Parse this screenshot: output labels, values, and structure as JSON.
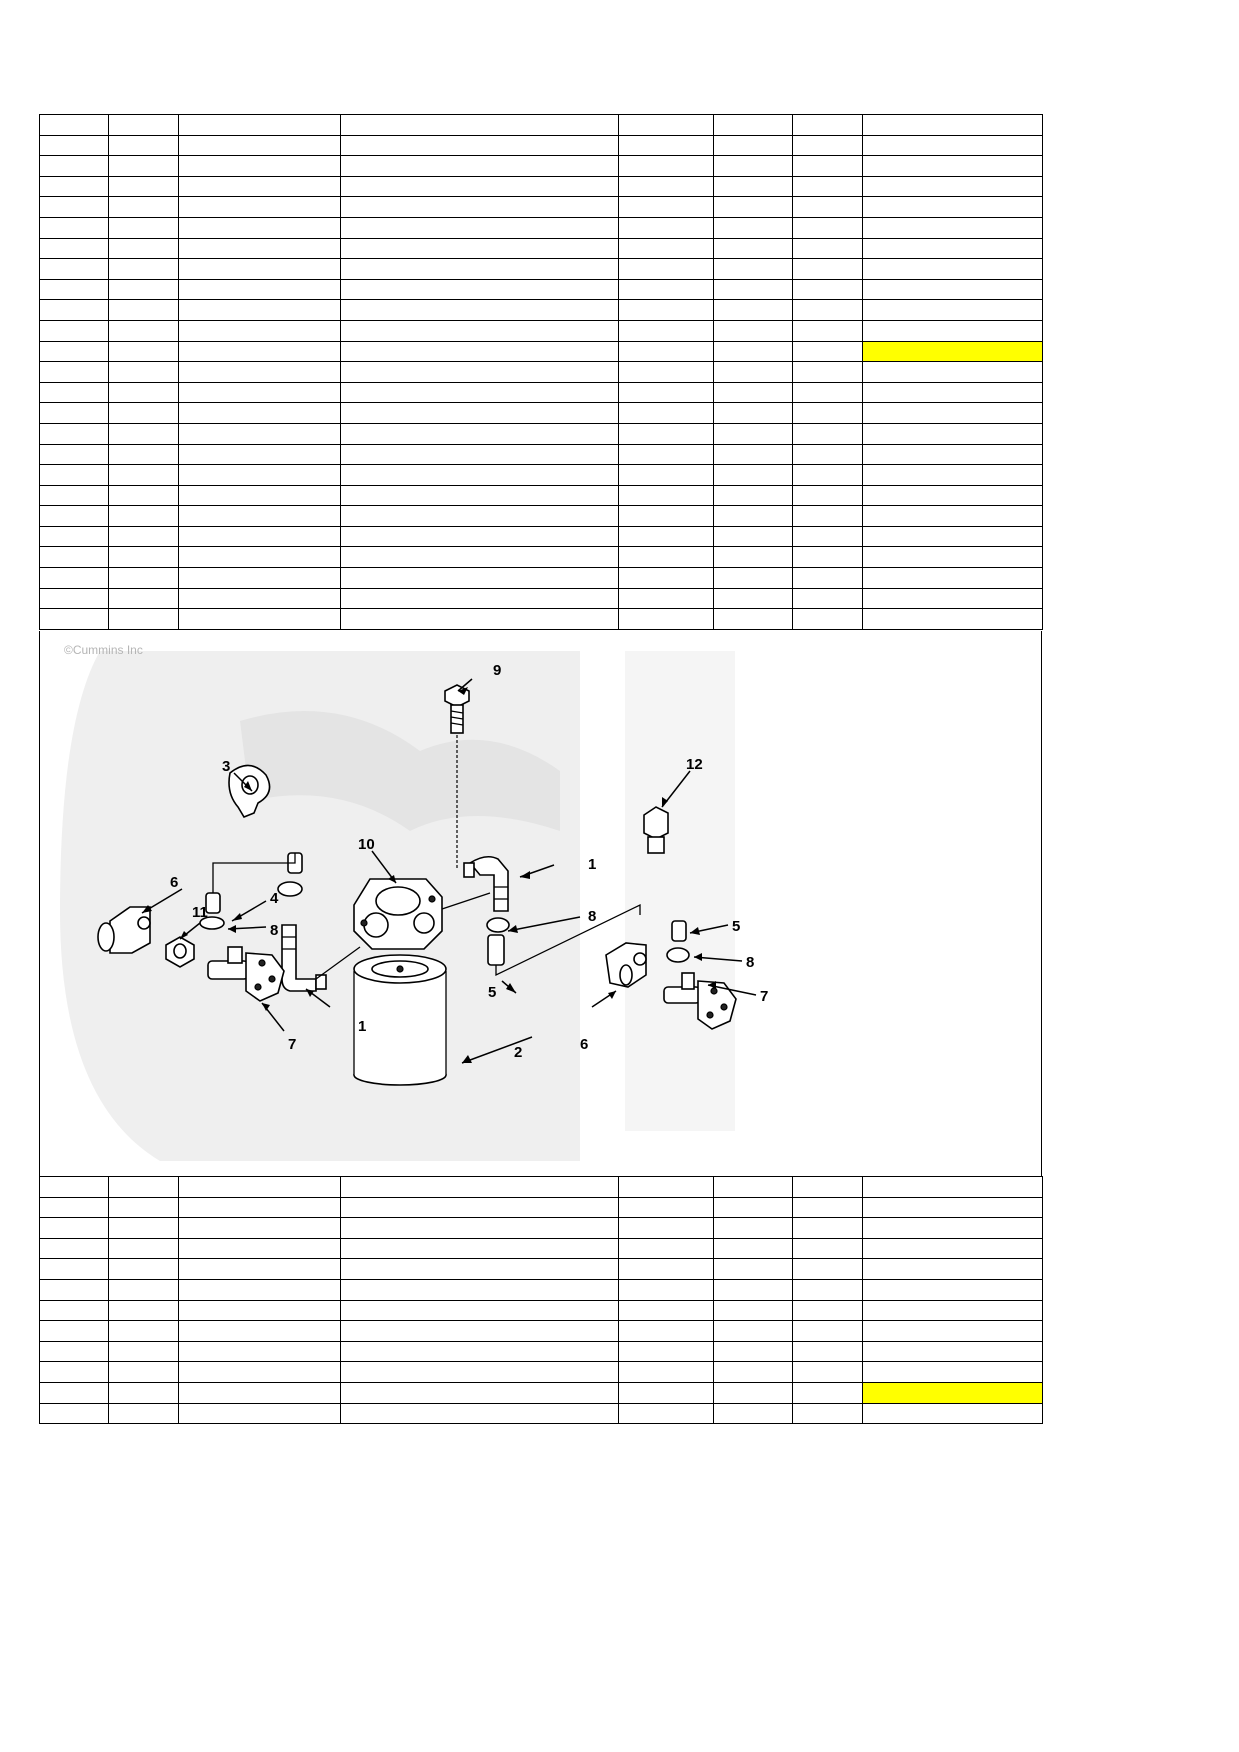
{
  "grid_top": {
    "columns": 8,
    "rows": 25,
    "highlighted_rows": [
      11
    ],
    "highlight_color": "#ffff00"
  },
  "grid_bottom": {
    "columns": 8,
    "rows": 12,
    "highlighted_rows": [
      10
    ],
    "highlight_color": "#ffff00"
  },
  "drawing": {
    "copyright": "©Cummins Inc",
    "watermark_color": "#e9e9e9",
    "callouts": {
      "c1a": "1",
      "c1b": "1",
      "c2": "2",
      "c3": "3",
      "c4": "4",
      "c5a": "5",
      "c5b": "5",
      "c6a": "6",
      "c6b": "6",
      "c7a": "7",
      "c7b": "7",
      "c8a": "8",
      "c8b": "8",
      "c8c": "8",
      "c9": "9",
      "c10": "10",
      "c11": "11",
      "c12": "12"
    }
  }
}
